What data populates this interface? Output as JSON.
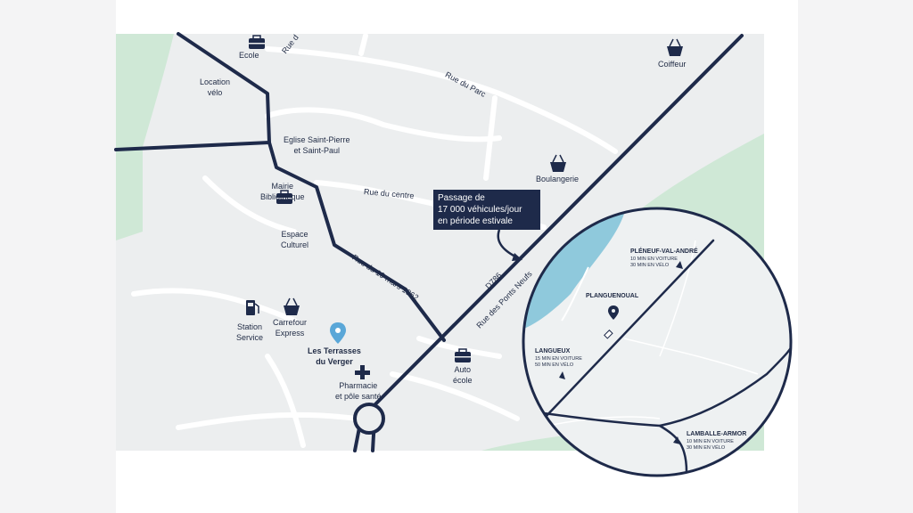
{
  "map": {
    "colors": {
      "road": "#1e2a4a",
      "background": "#eceeef",
      "green": "#cfe8d6",
      "water": "#8fc9dc",
      "pin": "#5aa7d8"
    },
    "pois": {
      "ecole": "Ecole",
      "location_velo": [
        "Location",
        "vélo"
      ],
      "eglise": [
        "Eglise Saint-Pierre",
        "et Saint-Paul"
      ],
      "mairie": [
        "Mairie",
        "Bibliothèque"
      ],
      "espace_culturel": [
        "Espace",
        "Culturel"
      ],
      "coiffeur": "Coiffeur",
      "boulangerie": "Boulangerie",
      "station_service": [
        "Station",
        "Service"
      ],
      "carrefour": [
        "Carrefour",
        "Express"
      ],
      "residence": [
        "Les Terrasses",
        "du Verger"
      ],
      "pharmacie": [
        "Pharmacie",
        "et pôle santé"
      ],
      "auto_ecole": [
        "Auto",
        "école"
      ]
    },
    "icons": {
      "ecole": "briefcase-icon",
      "coiffeur": "basket-icon",
      "boulangerie": "basket-icon",
      "mairie": "briefcase-icon",
      "carrefour": "basket-icon",
      "station_service": "fuel-pump-icon",
      "residence": "location-pin-icon",
      "pharmacie": "medical-cross-icon",
      "auto_ecole": "briefcase-icon"
    },
    "streets": {
      "rue_parc": "Rue du Parc",
      "rue_centre": "Rue du centre",
      "rue_19mars": "Rue du 19 mars 1962",
      "d786": "D786",
      "rue_ponts_neufs": "Rue des Ponts Neufs",
      "rue_top": "Rue d"
    },
    "callout": [
      "Passage de",
      "17 000 véhicules/jour",
      "en période estivale"
    ]
  },
  "inset": {
    "towns": [
      {
        "name": "PLÉNEUF-VAL-ANDRÉ",
        "lines": [
          "10 MIN EN VOITURE",
          "30 MIN EN VÉLO"
        ]
      },
      {
        "name": "PLANGUENOUAL"
      },
      {
        "name": "LANGUEUX",
        "lines": [
          "15 MIN EN VOITURE",
          "50 MIN EN VÉLO"
        ]
      },
      {
        "name": "LAMBALLE-ARMOR",
        "lines": [
          "10 MIN EN VOITURE",
          "30 MIN EN VÉLO"
        ]
      }
    ]
  }
}
